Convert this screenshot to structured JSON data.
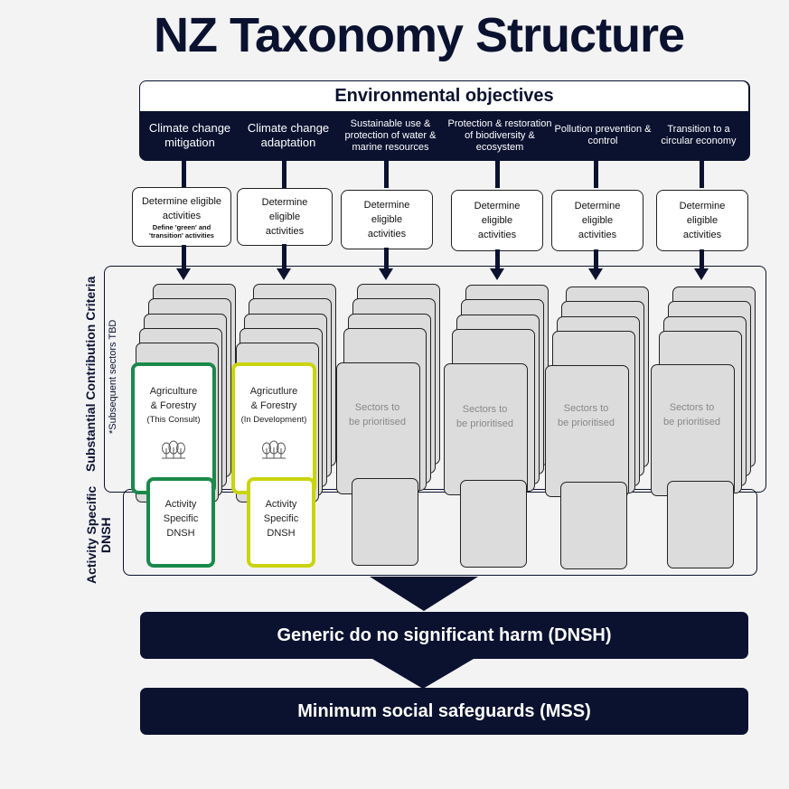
{
  "title": "NZ Taxonomy Structure",
  "objectives_header": "Environmental objectives",
  "objectives": [
    "Climate change mitigation",
    "Climate change adaptation",
    "Sustainable use & protection of water & marine resources",
    "Protection & restoration of biodiversity & ecosystem",
    "Pollution prevention & control",
    "Transition to a circular economy"
  ],
  "determine": {
    "line1": "Determine eligible",
    "line2": "activities",
    "alt_line1": "Determine",
    "alt_line2": "eligible",
    "alt_line3": "activities",
    "note": "Define 'green' and 'transition' activities"
  },
  "side_labels": {
    "criteria": "Substantial Contribution Criteria",
    "subsequent": "*Subsequent sectors TBD",
    "dnsh_line1": "Activity Specific",
    "dnsh_line2": "DNSH"
  },
  "cards": {
    "agri_1": [
      "Agriculture",
      "& Forestry",
      "(This Consult)"
    ],
    "agri_2": [
      "Agricutlure",
      "& Forestry",
      "(In Development)"
    ],
    "sectors": [
      "Sectors to",
      "be prioritised"
    ],
    "activity": [
      "Activity",
      "Specific",
      "DNSH"
    ]
  },
  "bars": {
    "generic": "Generic do no significant harm (DNSH)",
    "mss": "Minimum social safeguards (MSS)"
  },
  "colors": {
    "navy": "#0b1230",
    "green": "#1a8a4a",
    "lime": "#c9d40f",
    "card_grey": "#dcdcdc"
  },
  "icons": [
    "trees-icon"
  ]
}
